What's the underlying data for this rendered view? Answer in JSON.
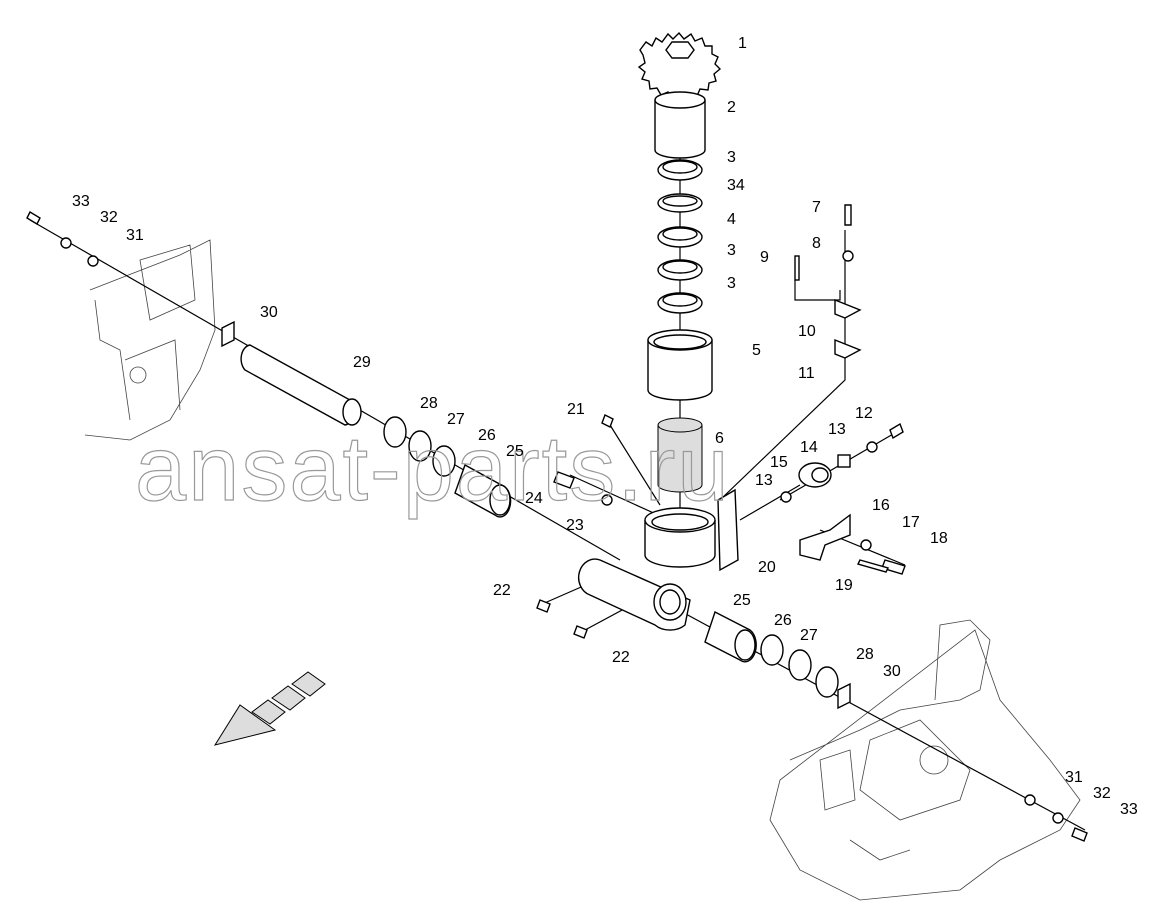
{
  "diagram": {
    "watermark": "ansat-parts.ru",
    "callouts": {
      "c1": "1",
      "c2": "2",
      "c3a": "3",
      "c34": "34",
      "c4": "4",
      "c3b": "3",
      "c3c": "3",
      "c5": "5",
      "c6": "6",
      "c7": "7",
      "c8": "8",
      "c9": "9",
      "c10": "10",
      "c11": "11",
      "c12": "12",
      "c13a": "13",
      "c13b": "13",
      "c14": "14",
      "c15": "15",
      "c16": "16",
      "c17": "17",
      "c18": "18",
      "c19": "19",
      "c20": "20",
      "c21": "21",
      "c22a": "22",
      "c22b": "22",
      "c23": "23",
      "c24": "24",
      "c25a": "25",
      "c25b": "25",
      "c26a": "26",
      "c26b": "26",
      "c27a": "27",
      "c27b": "27",
      "c28a": "28",
      "c28b": "28",
      "c29": "29",
      "c30a": "30",
      "c30b": "30",
      "c31a": "31",
      "c31b": "31",
      "c32a": "32",
      "c32b": "32",
      "c33a": "33",
      "c33b": "33"
    }
  }
}
